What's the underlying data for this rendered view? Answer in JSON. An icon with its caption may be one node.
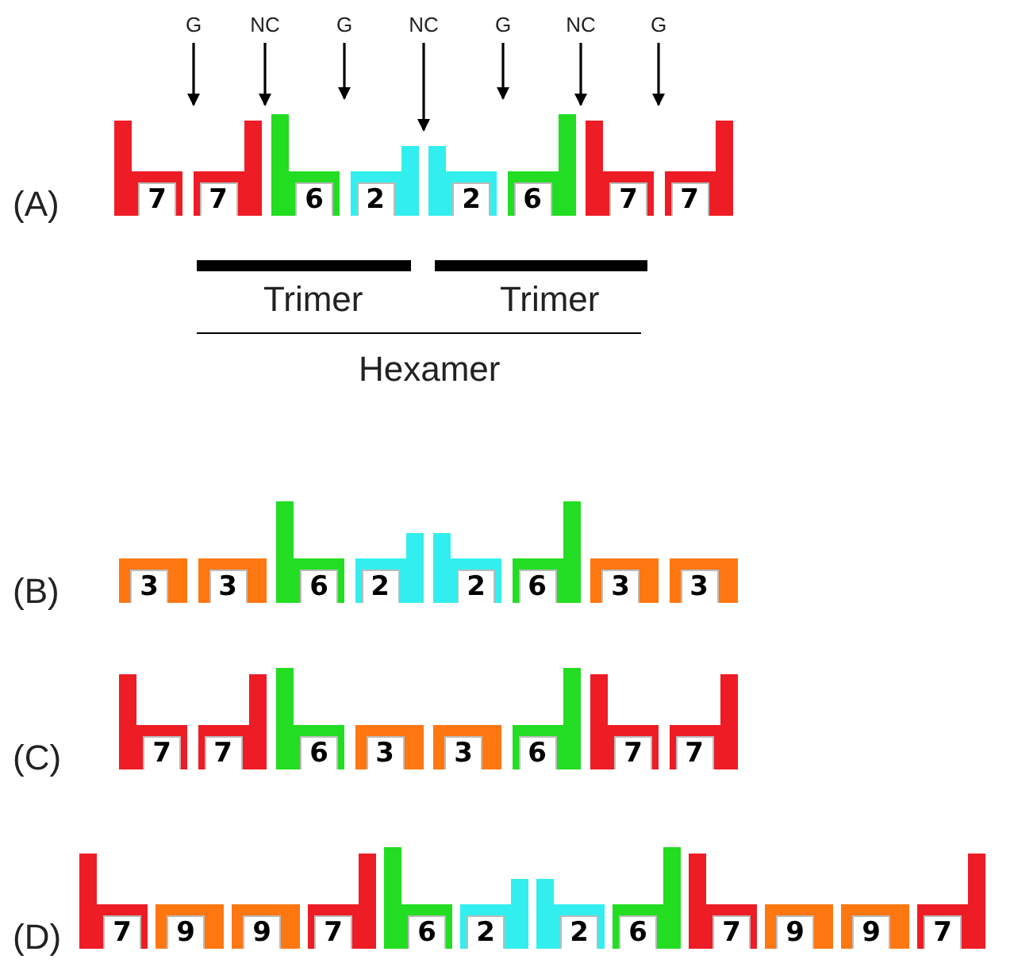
{
  "diagram": {
    "nodes": [
      {
        "text": [
          "G"
        ]
      },
      {
        "text": [
          "NC"
        ]
      },
      {
        "text": [
          "G"
        ]
      },
      {
        "text": [
          "NC"
        ]
      },
      {
        "text": [
          "G"
        ]
      },
      {
        "text": [
          "NC"
        ]
      },
      {
        "text": [
          "G"
        ]
      },
      {
        "text": [
          "7"
        ]
      },
      {
        "text": [
          "7"
        ]
      },
      {
        "text": [
          "6"
        ]
      },
      {
        "text": [
          "2"
        ]
      },
      {
        "text": [
          "2"
        ]
      },
      {
        "text": [
          "6"
        ]
      },
      {
        "text": [
          "7"
        ]
      },
      {
        "text": [
          "7"
        ]
      },
      {
        "text": [
          "3"
        ]
      },
      {
        "text": [
          "3"
        ]
      },
      {
        "text": [
          "6"
        ]
      },
      {
        "text": [
          "2"
        ]
      },
      {
        "text": [
          "2"
        ]
      },
      {
        "text": [
          "6"
        ]
      },
      {
        "text": [
          "3"
        ]
      },
      {
        "text": [
          "3"
        ]
      },
      {
        "text": [
          "7"
        ]
      },
      {
        "text": [
          "7"
        ]
      },
      {
        "text": [
          "6"
        ]
      },
      {
        "text": [
          "3"
        ]
      },
      {
        "text": [
          "3"
        ]
      },
      {
        "text": [
          "6"
        ]
      },
      {
        "text": [
          "7"
        ]
      },
      {
        "text": [
          "7"
        ]
      },
      {
        "text": [
          "7"
        ]
      },
      {
        "text": [
          "9"
        ]
      },
      {
        "text": [
          "9"
        ]
      },
      {
        "text": [
          "7"
        ]
      },
      {
        "text": [
          "6"
        ]
      },
      {
        "text": [
          "2"
        ]
      },
      {
        "text": [
          "2"
        ]
      },
      {
        "text": [
          "6"
        ]
      },
      {
        "text": [
          "7"
        ]
      },
      {
        "text": [
          "9"
        ]
      },
      {
        "text": [
          "9"
        ]
      },
      {
        "text": [
          "7"
        ]
      }
    ],
    "edges": [
      {
        "from": 0,
        "to": 7,
        "arrow": "to"
      },
      {
        "from": 1,
        "to": 8,
        "arrow": "to"
      },
      {
        "from": 2,
        "to": 9,
        "arrow": "to"
      },
      {
        "from": 3,
        "to": 10,
        "arrow": "to"
      },
      {
        "from": 4,
        "to": 12,
        "arrow": "to"
      },
      {
        "from": 5,
        "to": 13,
        "arrow": "to"
      },
      {
        "from": 6,
        "to": 13,
        "arrow": "to"
      }
    ],
    "labels": [
      "(A)",
      "Trimer",
      "Trimer",
      "Hexamer",
      "(B)",
      "(C)",
      "(D)"
    ]
  }
}
